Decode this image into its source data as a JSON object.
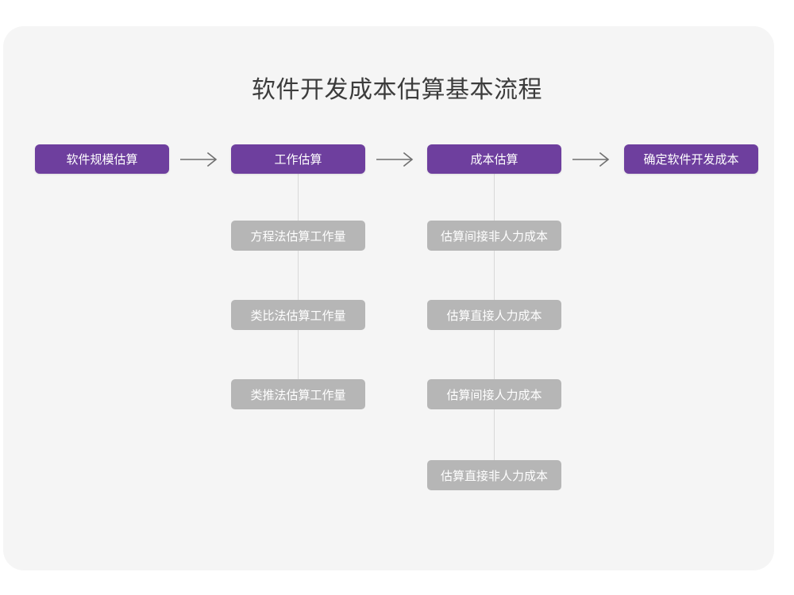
{
  "page": {
    "background_color": "#ffffff",
    "card_color": "#f5f5f5"
  },
  "title": "软件开发成本估算基本流程",
  "colors": {
    "stage_fill": "#6e3f9e",
    "stage_text": "#ffffff",
    "sub_fill": "#b6b6b6",
    "sub_text": "#ffffff",
    "connector": "#d9d9d9",
    "arrow": "#6f6f6f",
    "title_text": "#3c3c3c"
  },
  "flow": {
    "stages": [
      {
        "id": "size-estimation",
        "label": "软件规模估算"
      },
      {
        "id": "effort-estimation",
        "label": "工作估算"
      },
      {
        "id": "cost-estimation",
        "label": "成本估算"
      },
      {
        "id": "final-cost",
        "label": "确定软件开发成本"
      }
    ],
    "arrows": [
      {
        "id": "arrow-1",
        "glyph": "→"
      },
      {
        "id": "arrow-2",
        "glyph": "→"
      },
      {
        "id": "arrow-3",
        "glyph": "→"
      }
    ],
    "branches": [
      {
        "parent": "effort-estimation",
        "items": [
          "方程法估算工作量",
          "类比法估算工作量",
          "类推法估算工作量"
        ]
      },
      {
        "parent": "cost-estimation",
        "items": [
          "估算间接非人力成本",
          "估算直接人力成本",
          "估算间接人力成本",
          "估算直接非人力成本"
        ]
      }
    ]
  },
  "chart_data": {
    "type": "diagram",
    "title": "软件开发成本估算基本流程",
    "layout": "horizontal flow with two vertical sub-branches",
    "nodes": [
      {
        "level": "stage",
        "column": 1,
        "label": "软件规模估算"
      },
      {
        "level": "stage",
        "column": 2,
        "label": "工作估算"
      },
      {
        "level": "stage",
        "column": 3,
        "label": "成本估算"
      },
      {
        "level": "stage",
        "column": 4,
        "label": "确定软件开发成本"
      },
      {
        "level": "detail",
        "column": 2,
        "row": 1,
        "label": "方程法估算工作量"
      },
      {
        "level": "detail",
        "column": 2,
        "row": 2,
        "label": "类比法估算工作量"
      },
      {
        "level": "detail",
        "column": 2,
        "row": 3,
        "label": "类推法估算工作量"
      },
      {
        "level": "detail",
        "column": 3,
        "row": 1,
        "label": "估算间接非人力成本"
      },
      {
        "level": "detail",
        "column": 3,
        "row": 2,
        "label": "估算直接人力成本"
      },
      {
        "level": "detail",
        "column": 3,
        "row": 3,
        "label": "估算间接人力成本"
      },
      {
        "level": "detail",
        "column": 3,
        "row": 4,
        "label": "估算直接非人力成本"
      }
    ],
    "edges": [
      {
        "from": "软件规模估算",
        "to": "工作估算",
        "style": "arrow"
      },
      {
        "from": "工作估算",
        "to": "成本估算",
        "style": "arrow"
      },
      {
        "from": "成本估算",
        "to": "确定软件开发成本",
        "style": "arrow"
      },
      {
        "from": "工作估算",
        "to": "方程法估算工作量",
        "style": "line"
      },
      {
        "from": "工作估算",
        "to": "类比法估算工作量",
        "style": "line"
      },
      {
        "from": "工作估算",
        "to": "类推法估算工作量",
        "style": "line"
      },
      {
        "from": "成本估算",
        "to": "估算间接非人力成本",
        "style": "line"
      },
      {
        "from": "成本估算",
        "to": "估算直接人力成本",
        "style": "line"
      },
      {
        "from": "成本估算",
        "to": "估算间接人力成本",
        "style": "line"
      },
      {
        "from": "成本估算",
        "to": "估算直接非人力成本",
        "style": "line"
      }
    ]
  }
}
